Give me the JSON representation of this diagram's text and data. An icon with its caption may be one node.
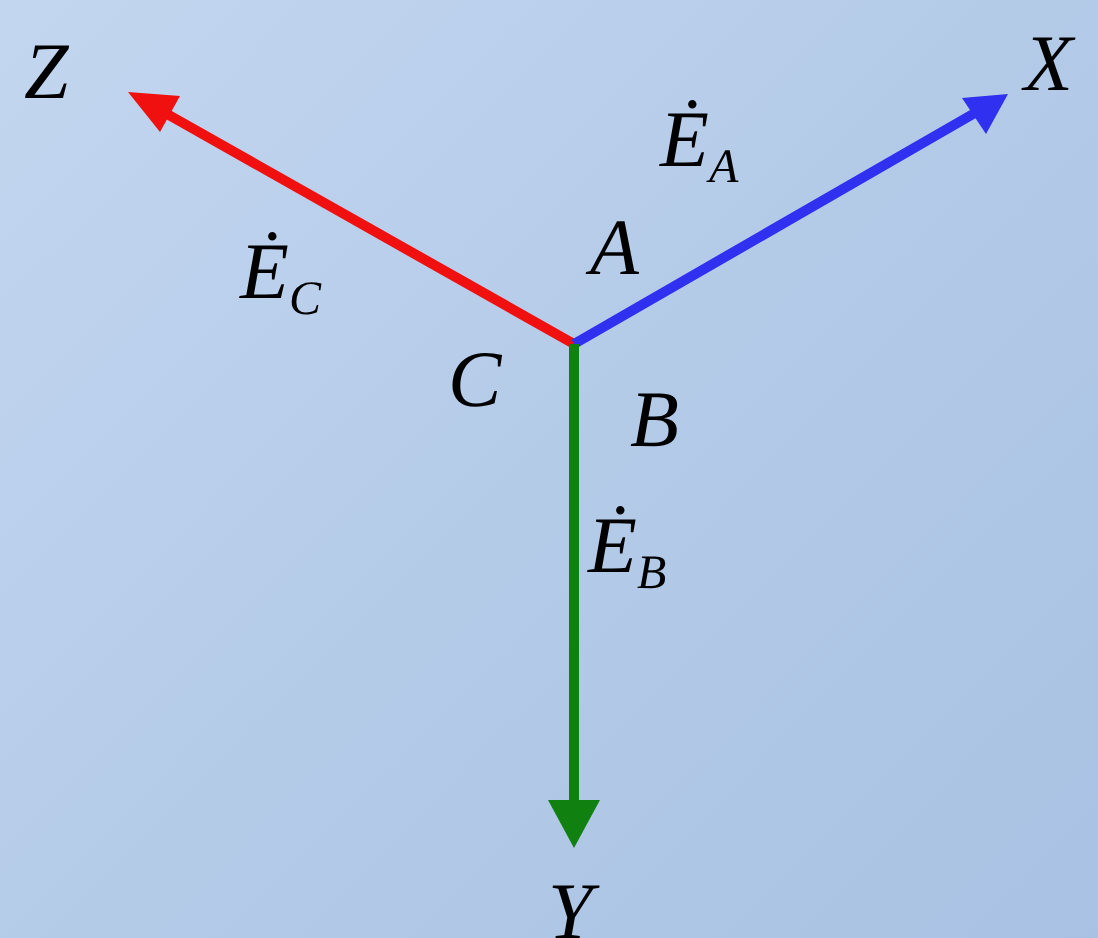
{
  "diagram": {
    "labels": [
      "Z",
      "X",
      "Ė$_{A}$",
      "A",
      "Ė$_{C}$",
      "C",
      "B",
      "Ė$_{B}$",
      "Y"
    ]
  }
}
